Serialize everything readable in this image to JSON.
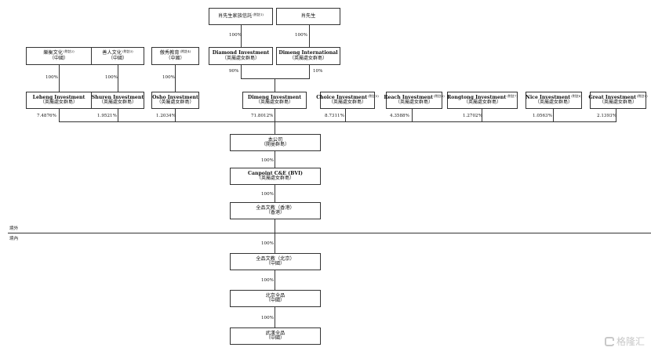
{
  "top": {
    "trust": {
      "name": "肖先生家族信託",
      "note": "(附註1)"
    },
    "mr_xiao": {
      "name": "肖先生"
    }
  },
  "holdings": {
    "diamond": {
      "name": "Diamond Investment",
      "place": "（英屬處女群島）"
    },
    "dimeng_intl": {
      "name": "Dimeng International",
      "place": "（英屬處女群島）"
    }
  },
  "prc_entities": [
    {
      "name": "樂衡文化",
      "note": "(附註2)",
      "place": "（中國）"
    },
    {
      "name": "善人文化",
      "note": "(附註3)",
      "place": "（中國）"
    },
    {
      "name": "傲秀教育",
      "note": "(附註4)",
      "place": "（中國）"
    }
  ],
  "shareholders": [
    {
      "name": "Leheng Investment",
      "place": "（英屬處女群島）",
      "pct": "7.4876%"
    },
    {
      "name": "Shuren Investment",
      "place": "（英屬處女群島）",
      "pct": "1.9521%"
    },
    {
      "name": "Osho Investment",
      "place": "（英屬處女群島）",
      "pct": "1.2034%"
    },
    {
      "name": "Dimeng Investment",
      "place": "（英屬處女群島）",
      "pct": "71.8012%"
    },
    {
      "name": "Choice Investment",
      "note": "(附註5)",
      "place": "（英屬處女群島）",
      "pct": "8.7311%"
    },
    {
      "name": "Reach Investment",
      "note": "(附註6)",
      "place": "（英屬處女群島）",
      "pct": "4.3588%"
    },
    {
      "name": "Rongtong Investment",
      "note": "(附註7)",
      "place": "（英屬處女群島）",
      "pct": "1.2702%"
    },
    {
      "name": "Nice Investment",
      "note": "(附註8)",
      "place": "（英屬處女群島）",
      "pct": "1.0563%"
    },
    {
      "name": "Great Investment",
      "note": "(附註9)",
      "place": "（英屬處女群島）",
      "pct": "2.1393%"
    }
  ],
  "ownership": {
    "trust_to_diamond": "100%",
    "xiao_to_dimeng_intl": "100%",
    "diamond_to_dimeng": "90%",
    "dimeng_intl_to_dimeng": "10%",
    "prc_to_bvi": [
      "100%",
      "100%",
      "100%"
    ]
  },
  "chain": [
    {
      "name": "本公司",
      "place": "（開曼群島）"
    },
    {
      "name": "Canpoint C&E (BVI)",
      "place": "（英屬處女群島）"
    },
    {
      "name": "全品文教（香港）",
      "place": "（香港）"
    },
    {
      "name": "全品文教（北京）",
      "place": "（中國）"
    },
    {
      "name": "北京全品",
      "place": "（中國）"
    },
    {
      "name": "武漢全品",
      "place": "（中國）"
    }
  ],
  "chain_pcts": [
    "100%",
    "100%",
    "100%",
    "100%",
    "100%"
  ],
  "zones": {
    "offshore": "境外",
    "onshore": "境內"
  },
  "watermark": "格隆汇"
}
